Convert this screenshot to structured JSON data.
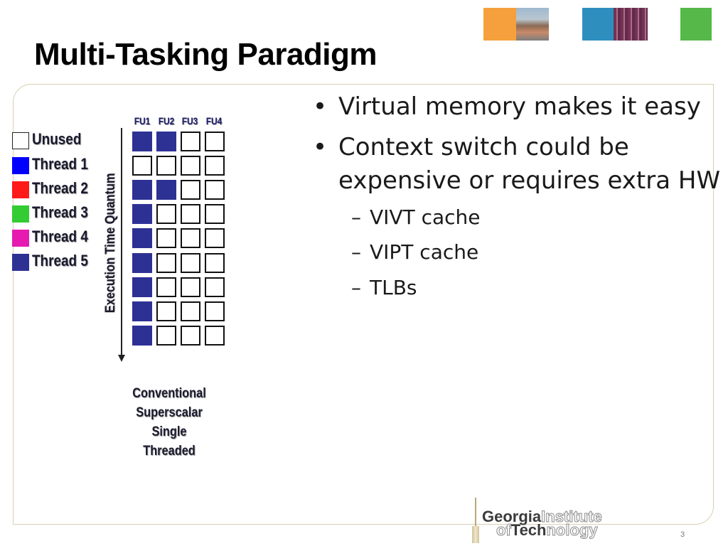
{
  "title": "Multi-Tasking Paradigm",
  "legend": [
    {
      "label": "Unused",
      "color": "#ffffff"
    },
    {
      "label": "Thread 1",
      "color": "#0000ff"
    },
    {
      "label": "Thread 2",
      "color": "#ff1a1a"
    },
    {
      "label": "Thread 3",
      "color": "#33cc33"
    },
    {
      "label": "Thread 4",
      "color": "#e61ab0"
    },
    {
      "label": "Thread 5",
      "color": "#2e3194"
    }
  ],
  "diagram": {
    "fu_labels": [
      "FU1",
      "FU2",
      "FU3",
      "FU4"
    ],
    "axis_label": "Execution Time Quantum",
    "grid": [
      [
        5,
        5,
        0,
        0
      ],
      [
        0,
        0,
        0,
        0
      ],
      [
        5,
        5,
        0,
        0
      ],
      [
        5,
        0,
        0,
        0
      ],
      [
        5,
        0,
        0,
        0
      ],
      [
        5,
        0,
        0,
        0
      ],
      [
        5,
        0,
        0,
        0
      ],
      [
        5,
        0,
        0,
        0
      ],
      [
        5,
        0,
        0,
        0
      ]
    ],
    "caption": [
      "Conventional",
      "Superscalar",
      "Single",
      "Threaded"
    ]
  },
  "bullets": [
    {
      "text": "Virtual memory makes it easy"
    },
    {
      "text": "Context switch could be",
      "cont": "expensive or requires extra HW"
    }
  ],
  "subbullets": [
    "VIVT cache",
    "VIPT cache",
    "TLBs"
  ],
  "logo": {
    "l1a": "Georgia",
    "l1b": "Institute",
    "l2a": "of",
    "l2b": "Tech",
    "l2c": "nology"
  },
  "page_number": "3",
  "colors": {
    "cell_border": "#111111",
    "frame_border": "#d9cfb2"
  }
}
